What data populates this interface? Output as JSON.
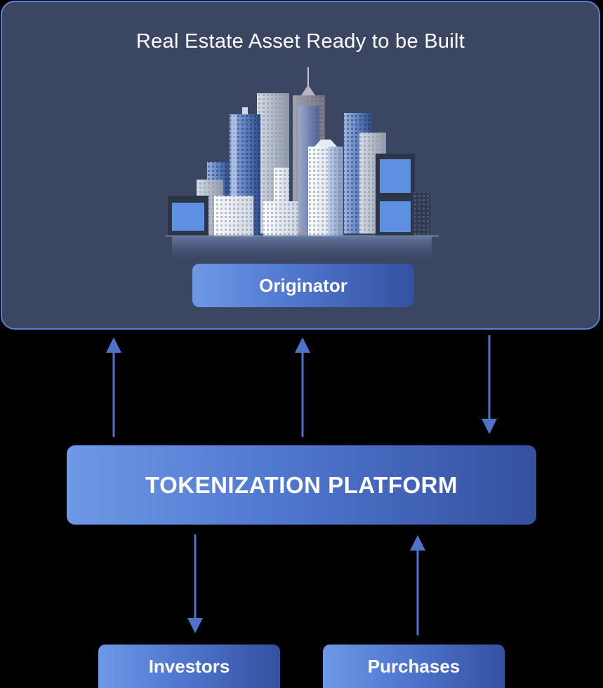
{
  "header": {
    "title": "Real Estate Asset Ready to be Built"
  },
  "nodes": {
    "originator": "Originator",
    "platform": "TOKENIZATION PLATFORM",
    "investors": "Investors",
    "purchases": "Purchases"
  },
  "illustration": {
    "icon": "city-skyline-icon"
  },
  "colors": {
    "panel_bg": "#3b4663",
    "panel_border": "#5b7fd6",
    "accent_light": "#6f98e6",
    "accent_dark": "#3450a0",
    "arrow": "#4f72c8",
    "background": "#000000"
  }
}
